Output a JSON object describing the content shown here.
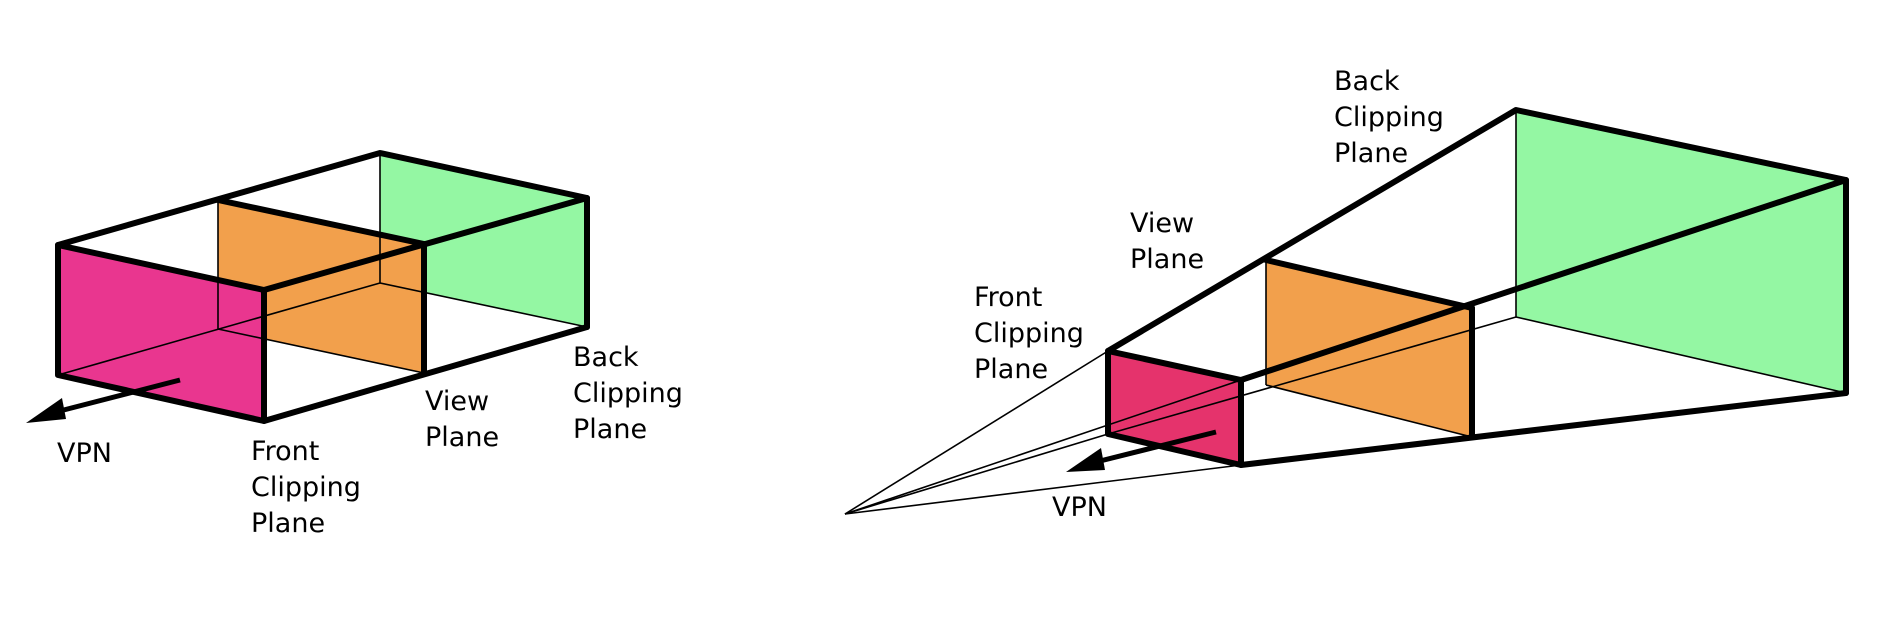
{
  "colors": {
    "front_plane": "#E9368F",
    "front_plane_persp": "#E5336C",
    "view_plane": "#F2A04C",
    "back_plane": "#94F7A3",
    "line": "#000000",
    "background": "#FFFFFF"
  },
  "parallel": {
    "labels": {
      "vpn": "VPN",
      "front": [
        "Front",
        "Clipping",
        "Plane"
      ],
      "view": [
        "View",
        "Plane"
      ],
      "back": [
        "Back",
        "Clipping",
        "Plane"
      ]
    }
  },
  "perspective": {
    "labels": {
      "vpn": "VPN",
      "front": [
        "Front",
        "Clipping",
        "Plane"
      ],
      "view": [
        "View",
        "Plane"
      ],
      "back": [
        "Back",
        "Clipping",
        "Plane"
      ]
    }
  }
}
